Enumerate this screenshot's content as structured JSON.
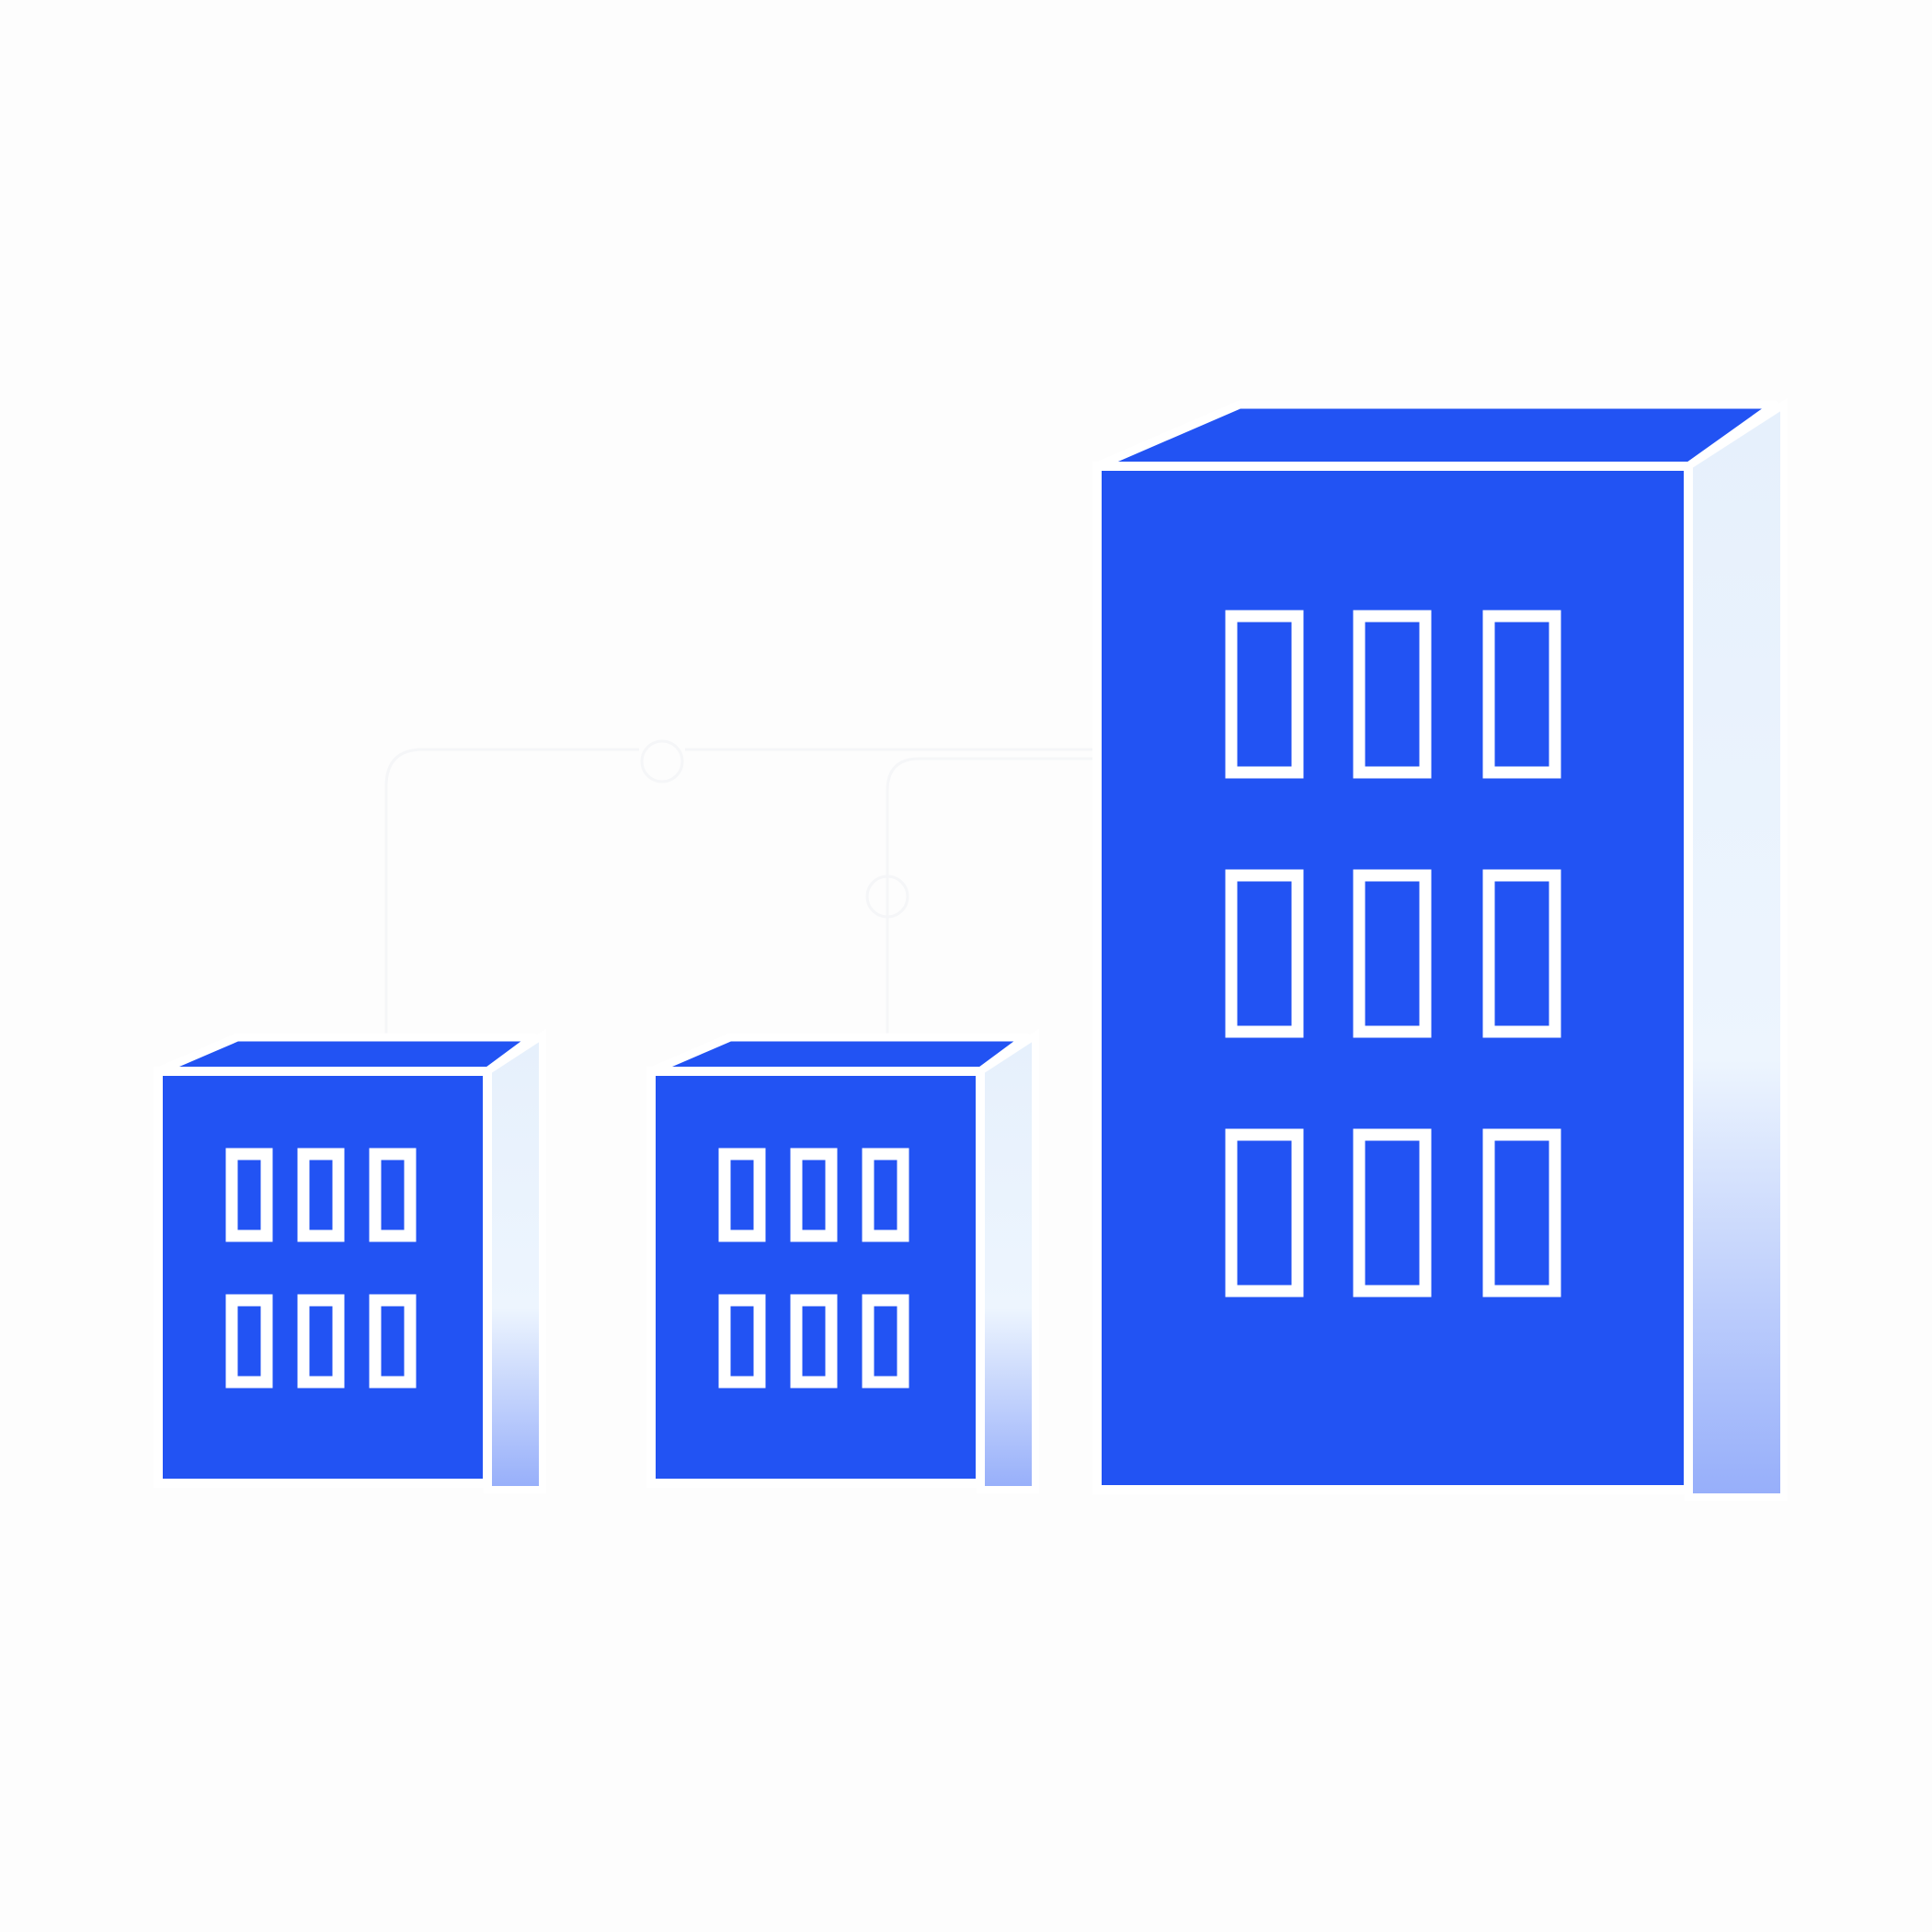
{
  "colors": {
    "background": "#fdfdfd",
    "facade": "#2253f3",
    "outline": "#ffffff",
    "side_light": "#eaf4fe",
    "side_dark": "#96aefa",
    "connector": "#f8f8fa"
  },
  "illustration": {
    "buildings": [
      {
        "name": "small-building-left",
        "window_rows": 2,
        "window_cols": 3
      },
      {
        "name": "small-building-middle",
        "window_rows": 2,
        "window_cols": 3
      },
      {
        "name": "tall-building-right",
        "window_rows": 3,
        "window_cols": 3
      }
    ]
  }
}
